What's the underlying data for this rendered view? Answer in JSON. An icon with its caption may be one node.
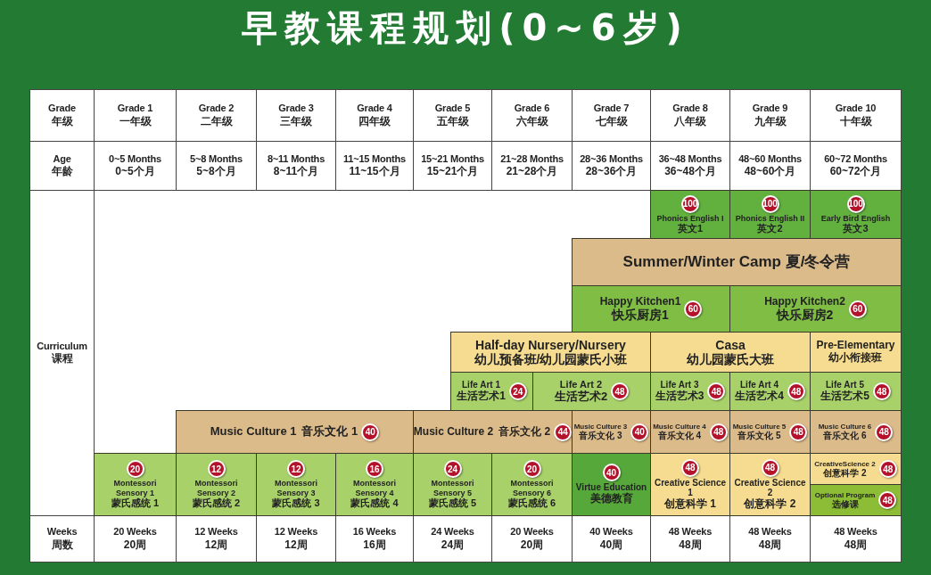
{
  "diagram": {
    "title": "早教课程规划(0~6岁)",
    "nodes": [
      {
        "text": [
          "100",
          "Phonics English I",
          "英文1"
        ]
      },
      {
        "text": [
          "100",
          "Phonics English II",
          "英文2"
        ]
      },
      {
        "text": [
          "100",
          "Early Bird English",
          "英文3"
        ]
      },
      {
        "text": [
          "Summer/Winter Camp 夏/冬令营"
        ]
      },
      {
        "text": [
          "Happy Kitchen1",
          "快乐厨房1",
          "60"
        ]
      },
      {
        "text": [
          "Happy Kitchen2",
          "快乐厨房2",
          "60"
        ]
      },
      {
        "text": [
          "Half-day Nursery/Nursery",
          "幼儿预备班/幼儿园蒙氏小班"
        ]
      },
      {
        "text": [
          "Casa",
          "幼儿园蒙氏大班"
        ]
      },
      {
        "text": [
          "Pre-Elementary",
          "幼小衔接班"
        ]
      },
      {
        "text": [
          "Life Art 1",
          "生活艺术1",
          "24"
        ]
      },
      {
        "text": [
          "Life Art 2",
          "生活艺术2",
          "48"
        ]
      },
      {
        "text": [
          "Life Art 3",
          "生活艺术3",
          "48"
        ]
      },
      {
        "text": [
          "Life Art 4",
          "生活艺术4",
          "48"
        ]
      },
      {
        "text": [
          "Life Art 5",
          "生活艺术5",
          "48"
        ]
      },
      {
        "text": [
          "Music Culture 1",
          "音乐文化 1",
          "40"
        ]
      },
      {
        "text": [
          "Music Culture 2",
          "音乐文化 2",
          "44"
        ]
      },
      {
        "text": [
          "Music Culture 3",
          "音乐文化 3",
          "40"
        ]
      },
      {
        "text": [
          "Music Culture 4",
          "音乐文化 4",
          "48"
        ]
      },
      {
        "text": [
          "Music Culture 5",
          "音乐文化 5",
          "48"
        ]
      },
      {
        "text": [
          "Music Culture 6",
          "音乐文化 6",
          "48"
        ]
      },
      {
        "text": [
          "20",
          "Montessori Sensory 1",
          "蒙氏感统 1"
        ]
      },
      {
        "text": [
          "12",
          "Montessori Sensory 2",
          "蒙氏感统 2"
        ]
      },
      {
        "text": [
          "12",
          "Montessori Sensory 3",
          "蒙氏感统 3"
        ]
      },
      {
        "text": [
          "16",
          "Montessori Sensory 4",
          "蒙氏感统 4"
        ]
      },
      {
        "text": [
          "24",
          "Montessori Sensory 5",
          "蒙氏感统 5"
        ]
      },
      {
        "text": [
          "20",
          "Montessori Sensory 6",
          "蒙氏感统 6"
        ]
      },
      {
        "text": [
          "40",
          "Virtue Education",
          "美德教育"
        ]
      },
      {
        "text": [
          "48",
          "Creative Science 1",
          "创意科学 1"
        ]
      },
      {
        "text": [
          "48",
          "Creative Science 2",
          "创意科学 2"
        ]
      },
      {
        "text": [
          "CreativeScience 2",
          "创意科学 2",
          "48"
        ]
      },
      {
        "text": [
          "Optional Program",
          "选修课",
          "48"
        ]
      }
    ],
    "labels": [
      "Grade",
      "年级",
      "Grade 1",
      "一年级",
      "Grade 2",
      "二年级",
      "Grade 3",
      "三年级",
      "Grade 4",
      "四年级",
      "Grade 5",
      "五年级",
      "Grade 6",
      "六年级",
      "Grade 7",
      "七年级",
      "Grade 8",
      "八年级",
      "Grade 9",
      "九年级",
      "Grade 10",
      "十年级",
      "Age",
      "年龄",
      "0~5 Months",
      "0~5个月",
      "5~8 Months",
      "5~8个月",
      "8~11 Months",
      "8~11个月",
      "11~15 Months",
      "11~15个月",
      "15~21 Months",
      "15~21个月",
      "21~28 Months",
      "21~28个月",
      "28~36 Months",
      "28~36个月",
      "36~48 Months",
      "36~48个月",
      "48~60 Months",
      "48~60个月",
      "60~72 Months",
      "60~72个月",
      "Curriculum",
      "课程",
      "Weeks",
      "周数",
      "20 Weeks",
      "20周",
      "12 Weeks",
      "12周",
      "12 Weeks",
      "12周",
      "16 Weeks",
      "16周",
      "24 Weeks",
      "24周",
      "20 Weeks",
      "20周",
      "40 Weeks",
      "40周",
      "48 Weeks",
      "48周",
      "48 Weeks",
      "48周",
      "48 Weeks",
      "48周"
    ]
  }
}
